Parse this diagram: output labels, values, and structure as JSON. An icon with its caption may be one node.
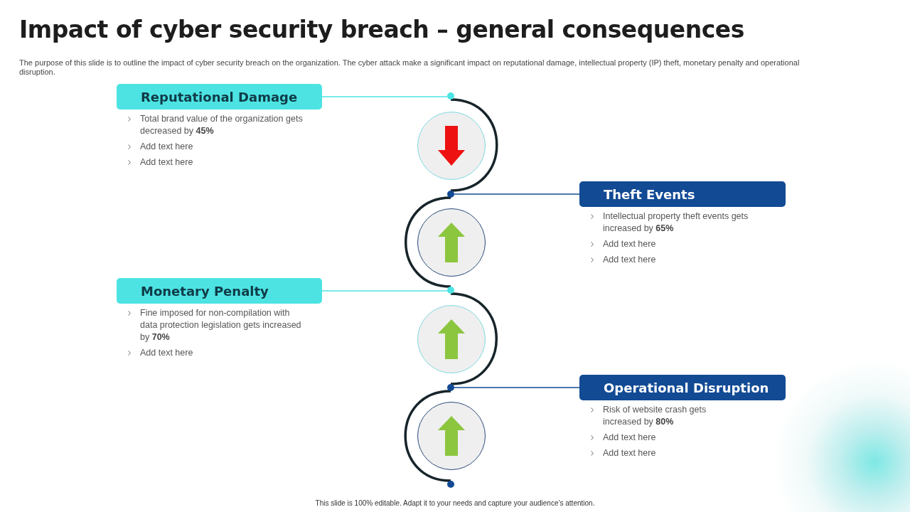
{
  "diagram": {
    "title": "Impact of cyber security breach – general consequences",
    "caption": "This slide is 100% editable.  Adapt it to your needs and capture your audience’s attention.",
    "labels": [
      "The purpose of this slide is to outline the impact of cyber security breach on the organization. The cyber attack make a significant impact on reputational damage, intellectual property (IP) theft,  monetary penalty and operational disruption."
    ],
    "nodes": [
      {
        "text": [
          "Reputational Damage"
        ],
        "beside": [
          "Total brand value of the organization gets decreased by **45%**",
          "Add text here",
          "Add text here"
        ]
      },
      {
        "text": [],
        "shape": "circle"
      },
      {
        "text": [],
        "shape": "circle"
      },
      {
        "text": [],
        "shape": "circle"
      },
      {
        "text": [
          "Theft Events"
        ],
        "beside": [
          "Intellectual property theft events gets increased by **65%**",
          "Add text here",
          "Add text here"
        ]
      },
      {
        "text": [],
        "shape": "circle"
      },
      {
        "text": [
          "Monetary Penalty"
        ],
        "beside": [
          "Fine imposed for non-compilation with data protection legislation gets increased by **70%**",
          "Add text here"
        ]
      },
      {
        "text": [],
        "shape": "circle"
      },
      {
        "text": [],
        "shape": "circle"
      },
      {
        "text": [],
        "shape": "circle"
      },
      {
        "text": [
          "Operational Disruption"
        ],
        "beside": [
          "Risk of website crash gets increased by **80%**",
          "Add text here",
          "Add text here"
        ]
      },
      {
        "text": [],
        "shape": "circle"
      },
      {
        "text": [],
        "shape": "circle"
      }
    ],
    "edges": [
      {
        "from": 0,
        "to": 1,
        "arrow": "none",
        "color": "#4de3e3"
      },
      {
        "from": 1,
        "to": 3,
        "arrow": "none",
        "style": "thick"
      },
      {
        "from": 3,
        "to": 4,
        "arrow": "none",
        "color": "#124a94"
      },
      {
        "from": 3,
        "to": 7,
        "arrow": "none",
        "style": "thick"
      },
      {
        "from": 6,
        "to": 7,
        "arrow": "none",
        "color": "#4de3e3"
      },
      {
        "from": 7,
        "to": 9,
        "arrow": "none",
        "style": "thick"
      },
      {
        "from": 9,
        "to": 10,
        "arrow": "none",
        "color": "#124a94"
      },
      {
        "from": 9,
        "to": 12,
        "arrow": "none",
        "style": "thick"
      }
    ]
  }
}
